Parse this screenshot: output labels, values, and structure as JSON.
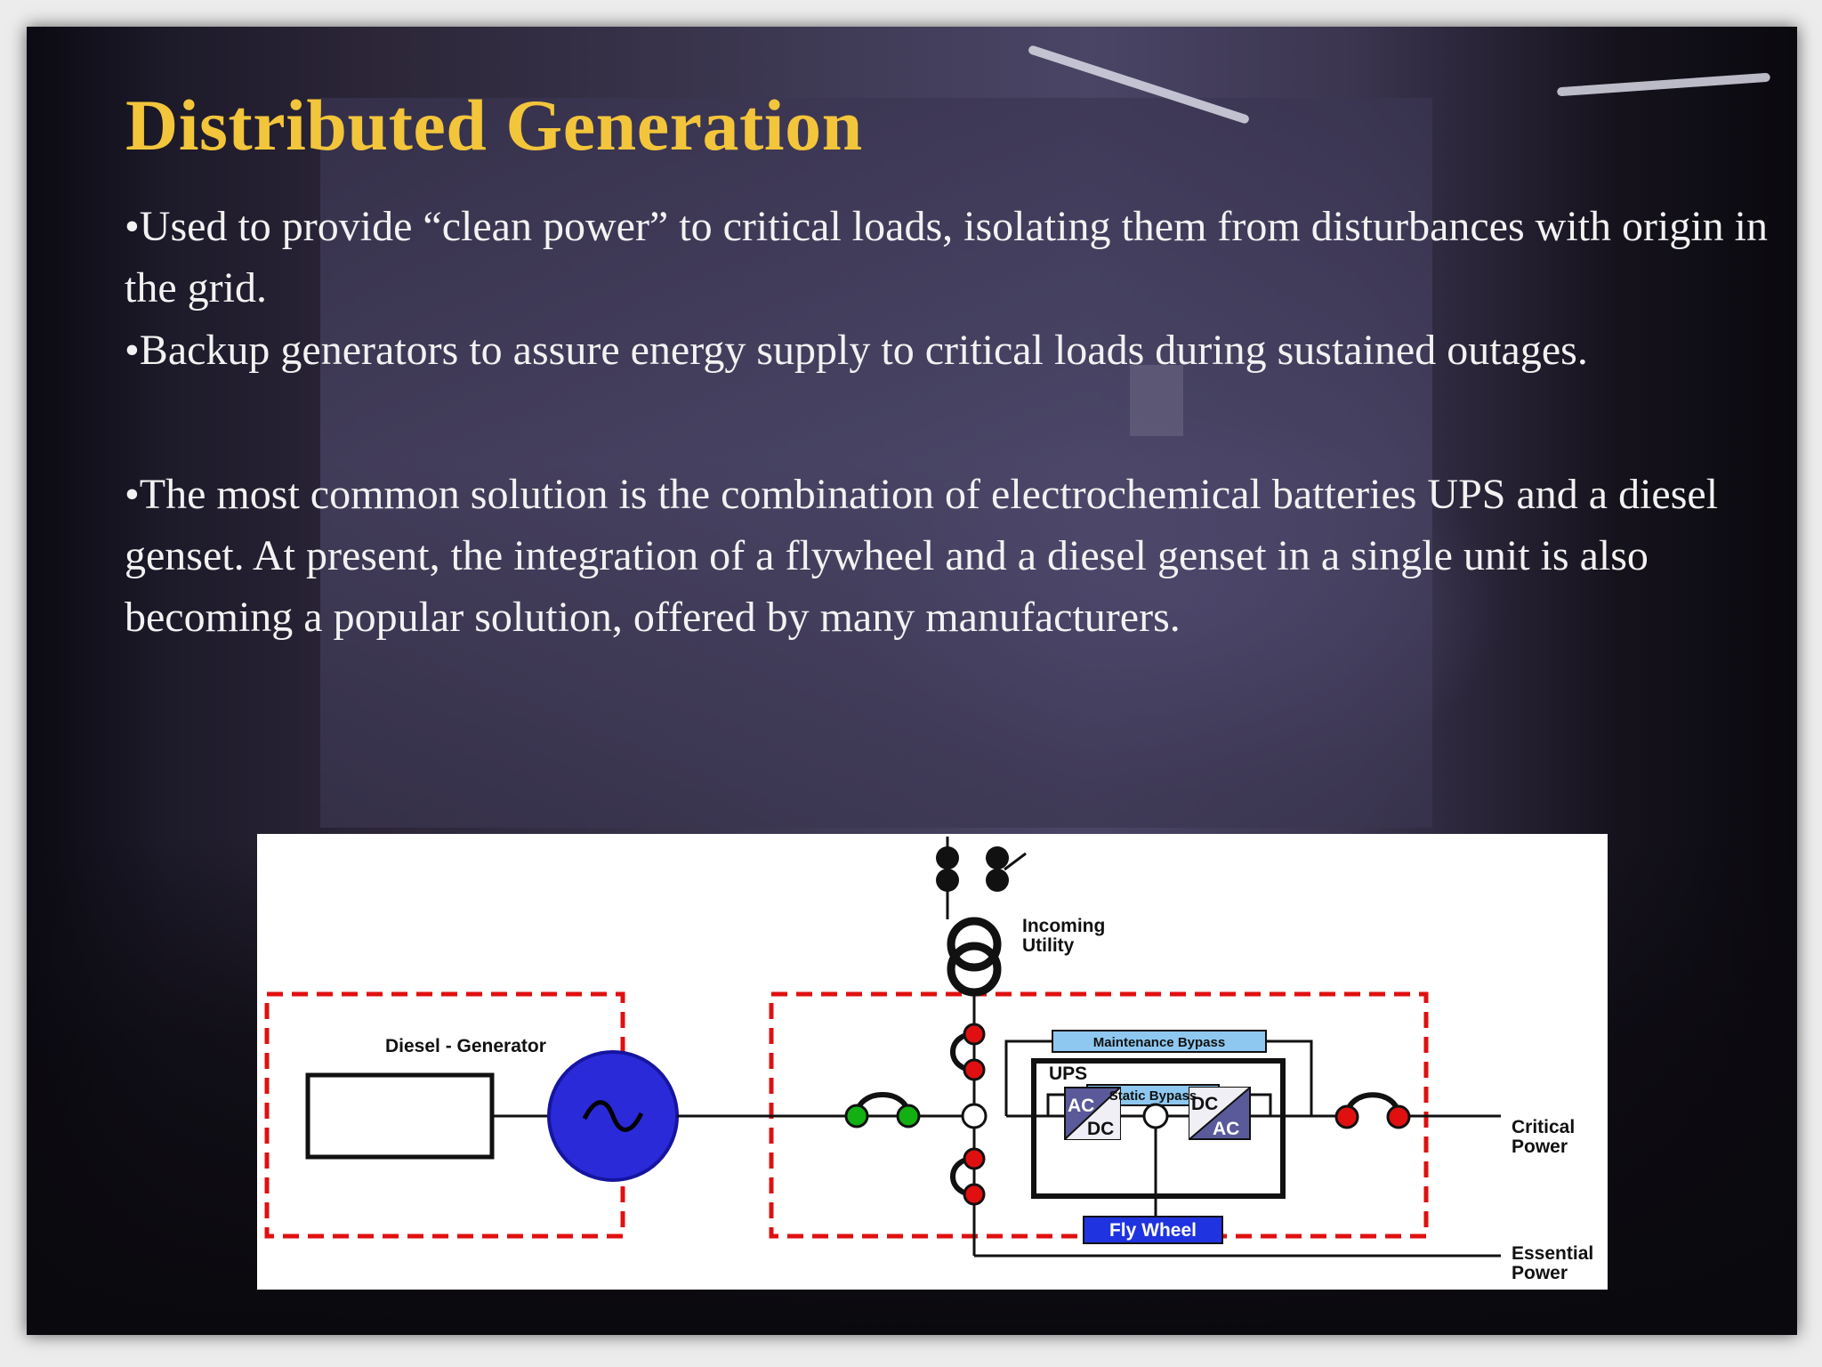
{
  "slide": {
    "title": "Distributed Generation",
    "paragraphs": [
      "•Used to provide “clean power” to critical loads, isolating them from  disturbances with origin in the grid.",
      "•Backup generators to assure energy supply to critical loads during sustained outages.",
      "•The most common solution is the combination of electrochemical batteries UPS and a      diesel genset. At present, the integration of a flywheel and a diesel genset in a  single unit is also becoming a popular solution, offered by many manufacturers."
    ]
  },
  "diagram": {
    "labels": {
      "incoming_utility": [
        "Incoming",
        "Utility"
      ],
      "diesel_generator": "Diesel - Generator",
      "maintenance_bypass": "Maintenance Bypass",
      "ups": "UPS",
      "static_bypass": "Static Bypass",
      "ac_dc": [
        "AC",
        "DC"
      ],
      "dc_ac": [
        "DC",
        "AC"
      ],
      "fly_wheel": "Fly Wheel",
      "critical_power": [
        "Critical",
        "Power"
      ],
      "essential_power": [
        "Essential",
        "Power"
      ]
    },
    "colors": {
      "dashed_border": "#e01010",
      "bypass_box": "#8ec8f0",
      "flywheel_box": "#2033e0",
      "generator_symbol": "#2a2ad8",
      "converter": "#5a5a9a",
      "breaker_red": "#e01010",
      "breaker_green": "#12b012"
    }
  }
}
